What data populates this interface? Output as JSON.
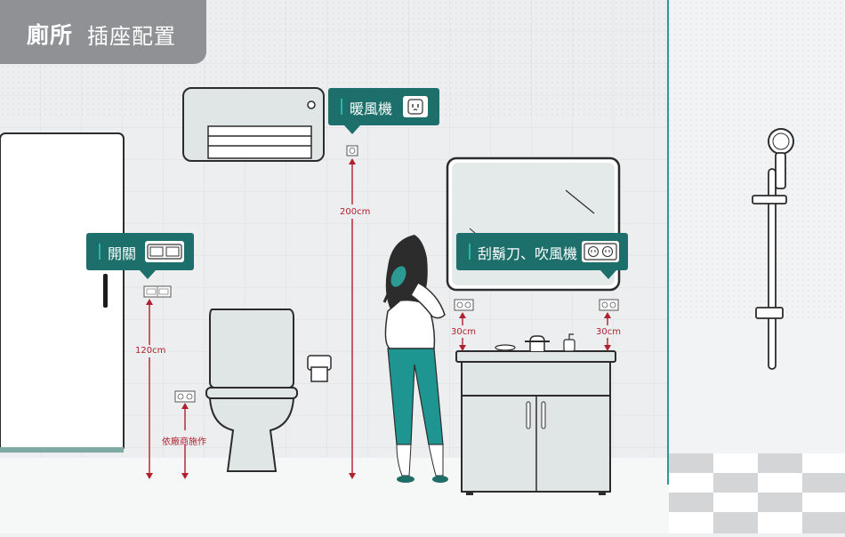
{
  "title": {
    "bold": "廁所",
    "regular": "插座配置"
  },
  "callouts": {
    "heater": "暖風機",
    "switch": "開關",
    "mirror": "刮鬍刀、吹風機"
  },
  "dimensions": {
    "switch_height": "120cm",
    "heater_height": "200cm",
    "toilet_outlet_note": "依廠商施作",
    "sink_left": "30cm",
    "sink_right": "30cm"
  },
  "colors": {
    "accent": "#1d6f6c",
    "dimension": "#b0202e",
    "title_bg": "#8f9194"
  }
}
